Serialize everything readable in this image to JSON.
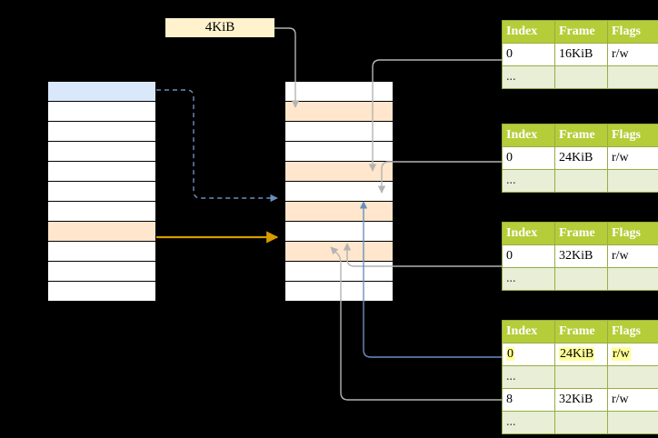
{
  "diagram": {
    "title": "multi-level page table address translation",
    "tag": {
      "label": "4KiB"
    },
    "colors": {
      "background": "#000000",
      "cell_default": "#ffffff",
      "cell_blue": "#dae8fc",
      "cell_peach": "#ffe6cc",
      "tag_bg": "#fff2cc",
      "table_header_bg": "#b5cd38",
      "table_header_text": "#ffffff",
      "table_dots_bg": "#e9eed6",
      "table_border": "#97ad43",
      "arrow_blue": "#6c8ebf",
      "arrow_orange": "#d79b00",
      "arrow_grey": "#b3b3b3"
    },
    "left_column": {
      "name": "virtual-address-space",
      "row_count": 11,
      "rows": [
        {
          "index": 0,
          "fill": "blue"
        },
        {
          "index": 1,
          "fill": "white"
        },
        {
          "index": 2,
          "fill": "white"
        },
        {
          "index": 3,
          "fill": "white"
        },
        {
          "index": 4,
          "fill": "white"
        },
        {
          "index": 5,
          "fill": "white"
        },
        {
          "index": 6,
          "fill": "white"
        },
        {
          "index": 7,
          "fill": "peach"
        },
        {
          "index": 8,
          "fill": "white"
        },
        {
          "index": 9,
          "fill": "white"
        },
        {
          "index": 10,
          "fill": "white"
        }
      ]
    },
    "middle_column": {
      "name": "physical-memory",
      "row_count": 11,
      "rows": [
        {
          "index": 0,
          "fill": "white"
        },
        {
          "index": 1,
          "fill": "peach"
        },
        {
          "index": 2,
          "fill": "white"
        },
        {
          "index": 3,
          "fill": "white"
        },
        {
          "index": 4,
          "fill": "peach"
        },
        {
          "index": 5,
          "fill": "white"
        },
        {
          "index": 6,
          "fill": "peach"
        },
        {
          "index": 7,
          "fill": "white"
        },
        {
          "index": 8,
          "fill": "peach"
        },
        {
          "index": 9,
          "fill": "white"
        },
        {
          "index": 10,
          "fill": "white"
        }
      ]
    },
    "tables": [
      {
        "name": "page-table-level-1",
        "headers": [
          "Index",
          "Frame",
          "Flags"
        ],
        "rows": [
          {
            "cells": [
              "0",
              "16KiB",
              "r/w"
            ],
            "style": "val",
            "highlight": false
          },
          {
            "cells": [
              "...",
              "",
              ""
            ],
            "style": "dots",
            "highlight": false
          }
        ]
      },
      {
        "name": "page-table-level-2",
        "headers": [
          "Index",
          "Frame",
          "Flags"
        ],
        "rows": [
          {
            "cells": [
              "0",
              "24KiB",
              "r/w"
            ],
            "style": "val",
            "highlight": false
          },
          {
            "cells": [
              "...",
              "",
              ""
            ],
            "style": "dots",
            "highlight": false
          }
        ]
      },
      {
        "name": "page-table-level-3",
        "headers": [
          "Index",
          "Frame",
          "Flags"
        ],
        "rows": [
          {
            "cells": [
              "0",
              "32KiB",
              "r/w"
            ],
            "style": "val",
            "highlight": false
          },
          {
            "cells": [
              "...",
              "",
              ""
            ],
            "style": "dots",
            "highlight": false
          }
        ]
      },
      {
        "name": "page-table-level-4",
        "headers": [
          "Index",
          "Frame",
          "Flags"
        ],
        "rows": [
          {
            "cells": [
              "0",
              "24KiB",
              "r/w"
            ],
            "style": "val",
            "highlight": true
          },
          {
            "cells": [
              "...",
              "",
              ""
            ],
            "style": "dots",
            "highlight": false
          },
          {
            "cells": [
              "8",
              "32KiB",
              "r/w"
            ],
            "style": "val",
            "highlight": false
          },
          {
            "cells": [
              "...",
              "",
              ""
            ],
            "style": "dots",
            "highlight": false
          }
        ]
      }
    ]
  }
}
